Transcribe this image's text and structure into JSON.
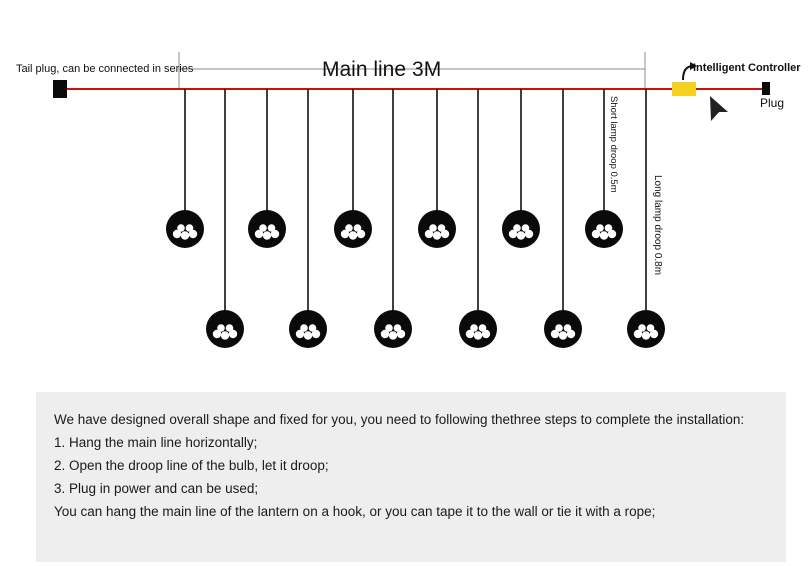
{
  "diagram": {
    "tail_plug_label": "Tail plug, can be connected in series",
    "main_line_label": "Main line",
    "main_line_length": "3M",
    "controller_label": "Intelligent Controller",
    "plug_label": "Plug",
    "short_droop_label": "Short lamp droop 0.5m",
    "long_droop_label": "Long lamp droop 0.8m",
    "colors": {
      "main_line": "#cc1111",
      "controller": "#f4d21f",
      "lantern": "#0a0a0a",
      "droop_line": "#000000",
      "dimension_line": "#8c8c8c"
    },
    "short_lantern_count": 6,
    "long_lantern_count": 6
  },
  "instructions": {
    "intro": "We have designed overall shape and fixed for you, you need to following thethree steps to complete the installation:",
    "step1": "1. Hang the main line horizontally;",
    "step2": "2. Open the droop line of the bulb, let it droop;",
    "step3": "3. Plug in power and can be used;",
    "note": "You can hang the main line of the lantern on a hook, or you can tape it to the wall or tie it with a rope;"
  }
}
